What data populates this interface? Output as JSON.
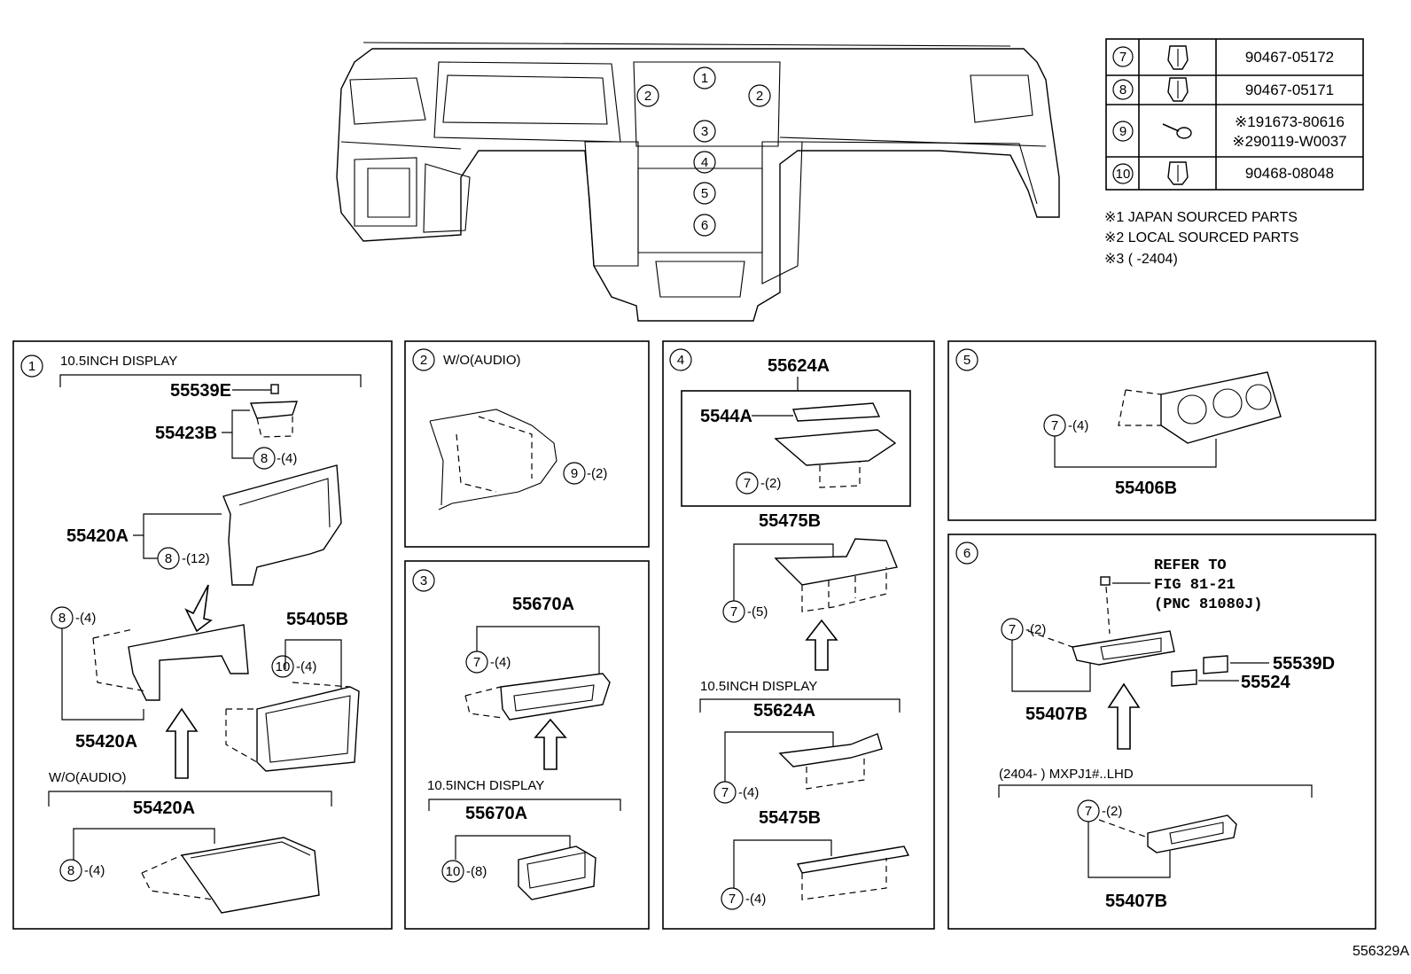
{
  "diagram_id": "556329A",
  "overview": {
    "callouts": [
      "1",
      "2",
      "2",
      "3",
      "4",
      "5",
      "6"
    ]
  },
  "fastener_table": {
    "rows": [
      {
        "ref": "7",
        "part": "90467-05172"
      },
      {
        "ref": "8",
        "part": "90467-05171"
      },
      {
        "ref": "9",
        "part": "※191673-80616",
        "part2": "※290119-W0037"
      },
      {
        "ref": "10",
        "part": "90468-08048"
      }
    ]
  },
  "notes": [
    "※1 JAPAN SOURCED PARTS",
    "※2 LOCAL SOURCED PARTS",
    "※3 (      -2404)"
  ],
  "panel1": {
    "num": "1",
    "heading": "10.5INCH DISPLAY",
    "p55539E": "55539E",
    "p55423B": "55423B",
    "c8a": "8",
    "q8a": "-(4)",
    "p55420A_top": "55420A",
    "c8b": "8",
    "q8b": "-(12)",
    "c8c": "8",
    "q8c": "-(4)",
    "p55405B": "55405B",
    "c10": "10",
    "q10": "-(4)",
    "p55420A_mid": "55420A",
    "heading2": "W/O(AUDIO)",
    "p55420A_bot": "55420A",
    "c8d": "8",
    "q8d": "-(4)"
  },
  "panel2": {
    "num": "2",
    "heading": "W/O(AUDIO)",
    "c9": "9",
    "q9": "-(2)"
  },
  "panel3": {
    "num": "3",
    "p55670A_top": "55670A",
    "c7": "7",
    "q7": "-(4)",
    "heading": "10.5INCH DISPLAY",
    "p55670A_bot": "55670A",
    "c10": "10",
    "q10": "-(8)"
  },
  "panel4": {
    "num": "4",
    "p55624A_top": "55624A",
    "p5544A": "5544A",
    "c7a": "7",
    "q7a": "-(2)",
    "p55475B_top": "55475B",
    "c7b": "7",
    "q7b": "-(5)",
    "heading": "10.5INCH DISPLAY",
    "p55624A_bot": "55624A",
    "c7c": "7",
    "q7c": "-(4)",
    "p55475B_bot": "55475B",
    "c7d": "7",
    "q7d": "-(4)"
  },
  "panel5": {
    "num": "5",
    "c7": "7",
    "q7": "-(4)",
    "p55406B": "55406B"
  },
  "panel6": {
    "num": "6",
    "refer1": "REFER TO",
    "refer2": "FIG 81-21",
    "refer3": "(PNC 81080J)",
    "c7a": "7",
    "q7a": "-(2)",
    "p55539D": "55539D",
    "p55524": "55524",
    "p55407B_top": "55407B",
    "heading": "(2404-     ) MXPJ1#..LHD",
    "c7b": "7",
    "q7b": "-(2)",
    "p55407B_bot": "55407B"
  }
}
